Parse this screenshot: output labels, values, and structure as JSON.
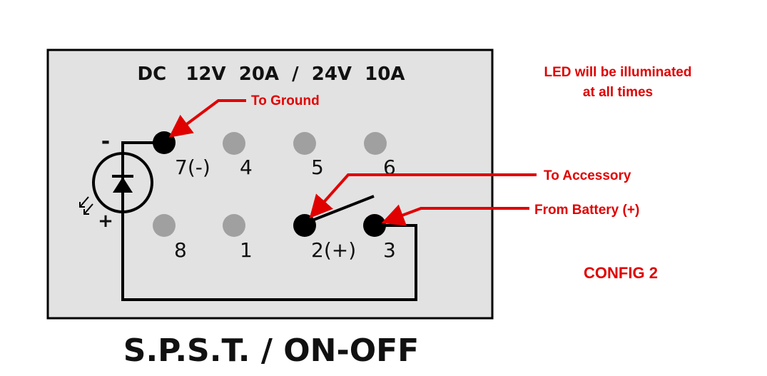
{
  "rating": "DC   12V  20A  /  24V  10A",
  "pins": {
    "p7": "7(-)",
    "p4": "4",
    "p5": "5",
    "p6": "6",
    "p8": "8",
    "p1": "1",
    "p2": "2(+)",
    "p3": "3"
  },
  "led": {
    "minus": "-",
    "plus": "+"
  },
  "annotations": {
    "to_ground": "To Ground",
    "to_accessory": "To Accessory",
    "from_battery": "From Battery (+)",
    "led_line1": "LED will be illuminated",
    "led_line2": "at all times",
    "config": "CONFIG 2"
  },
  "title": "S.P.S.T. / ON-OFF",
  "colors": {
    "panel": "#e2e2e2",
    "annotation": "#e00000",
    "inactive_pin": "#a0a0a0",
    "wire": "#000000"
  }
}
